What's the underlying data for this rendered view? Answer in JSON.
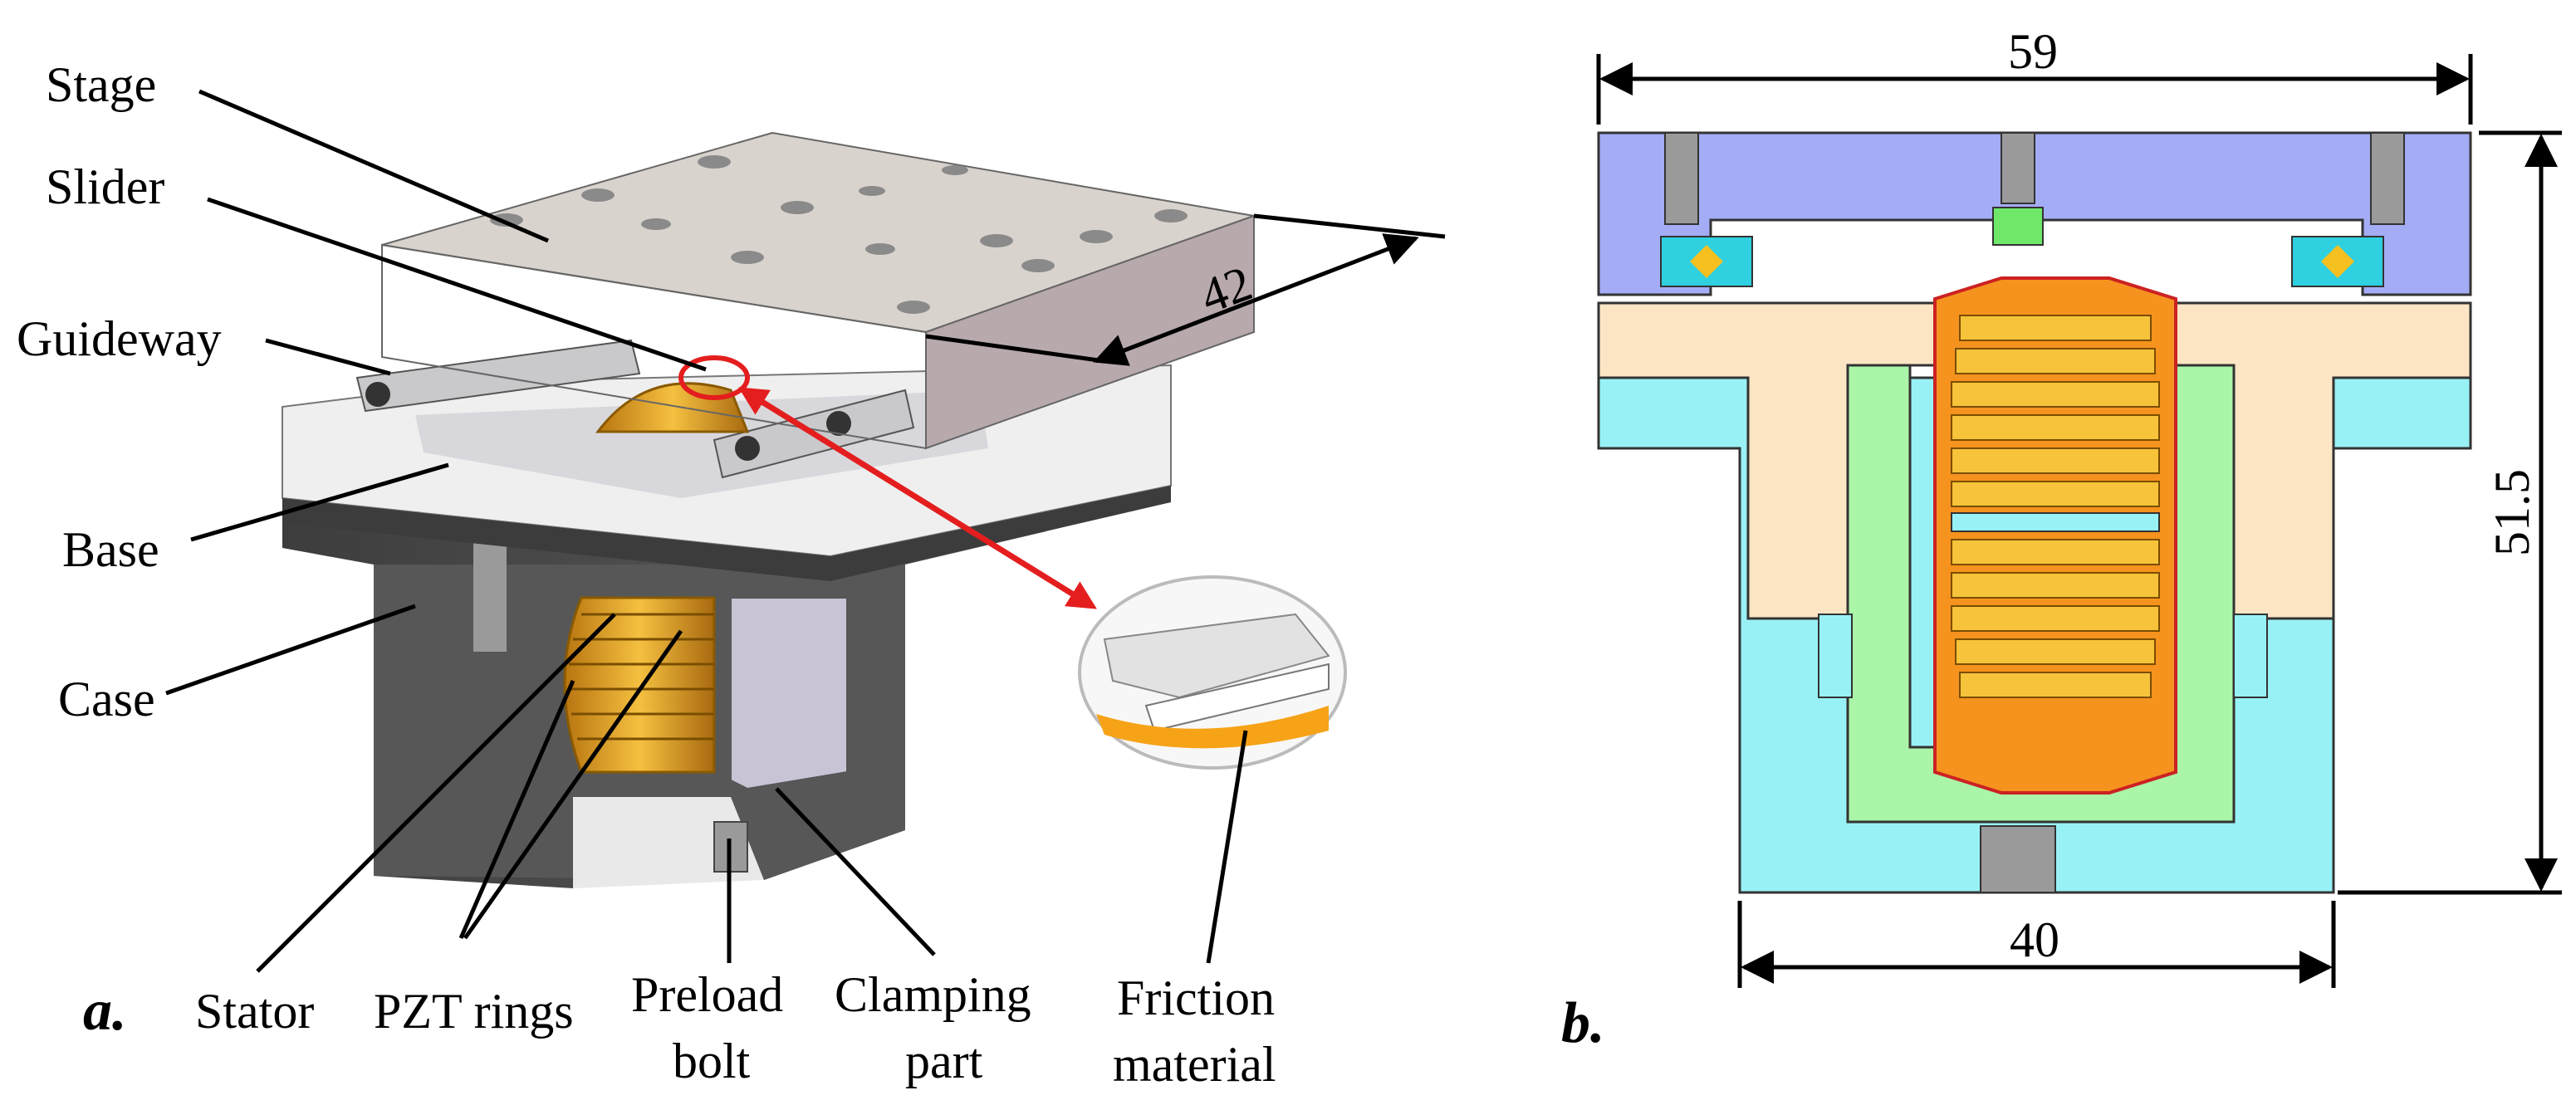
{
  "panel_a": {
    "label": "a.",
    "callouts": {
      "stage": "Stage",
      "slider": "Slider",
      "guideway": "Guideway",
      "base": "Base",
      "case": "Case",
      "stator": "Stator",
      "pzt_rings": "PZT rings",
      "preload_bolt_line1": "Preload",
      "preload_bolt_line2": "bolt",
      "clamping_part_line1": "Clamping",
      "clamping_part_line2": "part",
      "friction_material_line1": "Friction",
      "friction_material_line2": "material"
    },
    "dimension_depth": "42"
  },
  "panel_b": {
    "label": "b.",
    "dimension_top_width": "59",
    "dimension_height": "51.5",
    "dimension_bottom_width": "40"
  },
  "colors": {
    "stage_top": "#d8d2cc",
    "stage_side": "#b7a8ab",
    "base_white": "#f4f4f4",
    "case_dark": "#4a4a4a",
    "gold": "#e8a020",
    "red_arrow": "#e41e1e",
    "section_blue": "#a3acf5",
    "section_cream": "#fbe5c4",
    "section_cyan": "#98f2f5",
    "section_green": "#aaf5a8",
    "section_orange": "#f6921e",
    "section_ring": "#f7c33a"
  }
}
